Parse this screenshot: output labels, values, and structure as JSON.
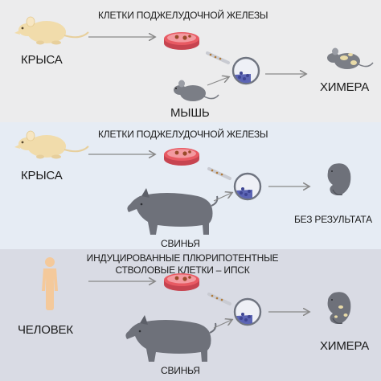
{
  "panels": [
    {
      "cells_label": "КЛЕТКИ ПОДЖЕЛУДОЧНОЙ ЖЕЛЕЗЫ",
      "donor_label": "КРЫСА",
      "host_label": "МЫШЬ",
      "result_label": "ХИМЕРА"
    },
    {
      "cells_label": "КЛЕТКИ ПОДЖЕЛУДОЧНОЙ ЖЕЛЕЗЫ",
      "donor_label": "КРЫСА",
      "host_label": "СВИНЬЯ",
      "result_label": "БЕЗ РЕЗУЛЬТАТА"
    },
    {
      "cells_label_line1": "ИНДУЦИРОВАННЫЕ ПЛЮРИПОТЕНТНЫЕ",
      "cells_label_line2": "СТВОЛОВЫЕ КЛЕТКИ – ИПСК",
      "donor_label": "ЧЕЛОВЕК",
      "host_label": "СВИНЬЯ",
      "result_label": "ХИМЕРА"
    }
  ],
  "colors": {
    "panel1_bg": "#ececed",
    "panel2_bg": "#e6ecf4",
    "panel3_bg": "#d9dbe4",
    "rat": "#f1dcab",
    "mouse": "#7b7e86",
    "pig": "#6e717a",
    "human": "#f4c99b",
    "dish": "#e85a63",
    "embryo_cells": "#5b64b4",
    "arrow": "#888888",
    "chimera_spots": "#e9dba8"
  },
  "icons": [
    "rat-icon",
    "mouse-icon",
    "pig-icon",
    "human-icon",
    "petri-dish-icon",
    "blastocyst-icon",
    "pipette-icon",
    "fetus-icon",
    "chimera-mouse-icon"
  ]
}
